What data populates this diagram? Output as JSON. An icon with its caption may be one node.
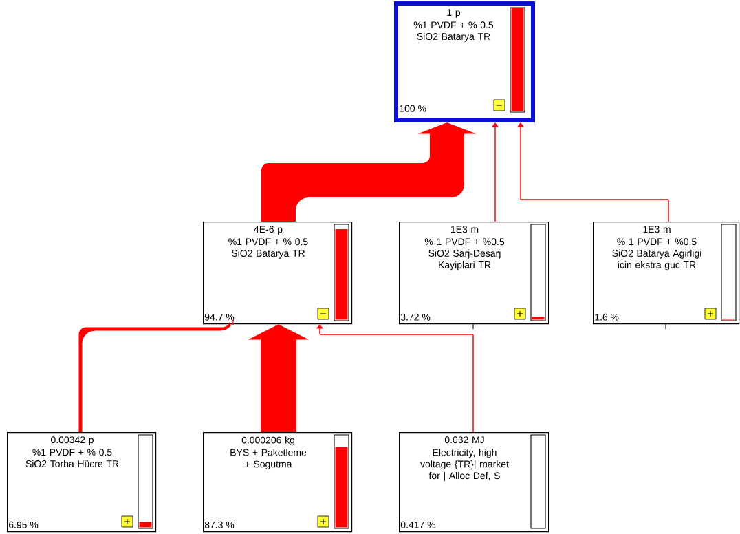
{
  "diagram": {
    "nodes": [
      {
        "text": [
          "1 p",
          "%1 PVDF + % 0.5 SiO2 Batarya TR",
          "100 %"
        ]
      },
      {
        "text": [
          "4E-6 p",
          "%1 PVDF + % 0.5 SiO2 Batarya TR",
          "94.7 %"
        ]
      },
      {
        "text": [
          "1E3 m",
          "% 1 PVDF + %0.5 SiO2 Sarj-Desarj Kayiplari TR",
          "3.72 %"
        ]
      },
      {
        "text": [
          "1E3 m",
          "% 1 PVDF + %0.5 SiO2 Batarya Agirligi icin ekstra guc TR",
          "1.6 %"
        ]
      },
      {
        "text": [
          "0.00342 p",
          "%1 PVDF + % 0.5 SiO2 Torba Hücre TR",
          "6.95 %"
        ]
      },
      {
        "text": [
          "0.000206 kg",
          "BYS + Paketleme + Sogutma",
          "87.3 %"
        ]
      },
      {
        "text": [
          "0.032 MJ",
          "Electricity, high voltage {TR}| market for | Alloc Def, S",
          "0.417 %"
        ]
      }
    ],
    "edges": [
      {
        "from": 1,
        "to": 0,
        "arrow": "to",
        "style": "thick"
      },
      {
        "from": 2,
        "to": 0,
        "arrow": "to"
      },
      {
        "from": 3,
        "to": 0,
        "arrow": "to"
      },
      {
        "from": 4,
        "to": 1,
        "arrow": "to",
        "style": "thick"
      },
      {
        "from": 5,
        "to": 1,
        "arrow": "to",
        "style": "thick"
      },
      {
        "from": 6,
        "to": 1,
        "arrow": "to"
      }
    ]
  }
}
